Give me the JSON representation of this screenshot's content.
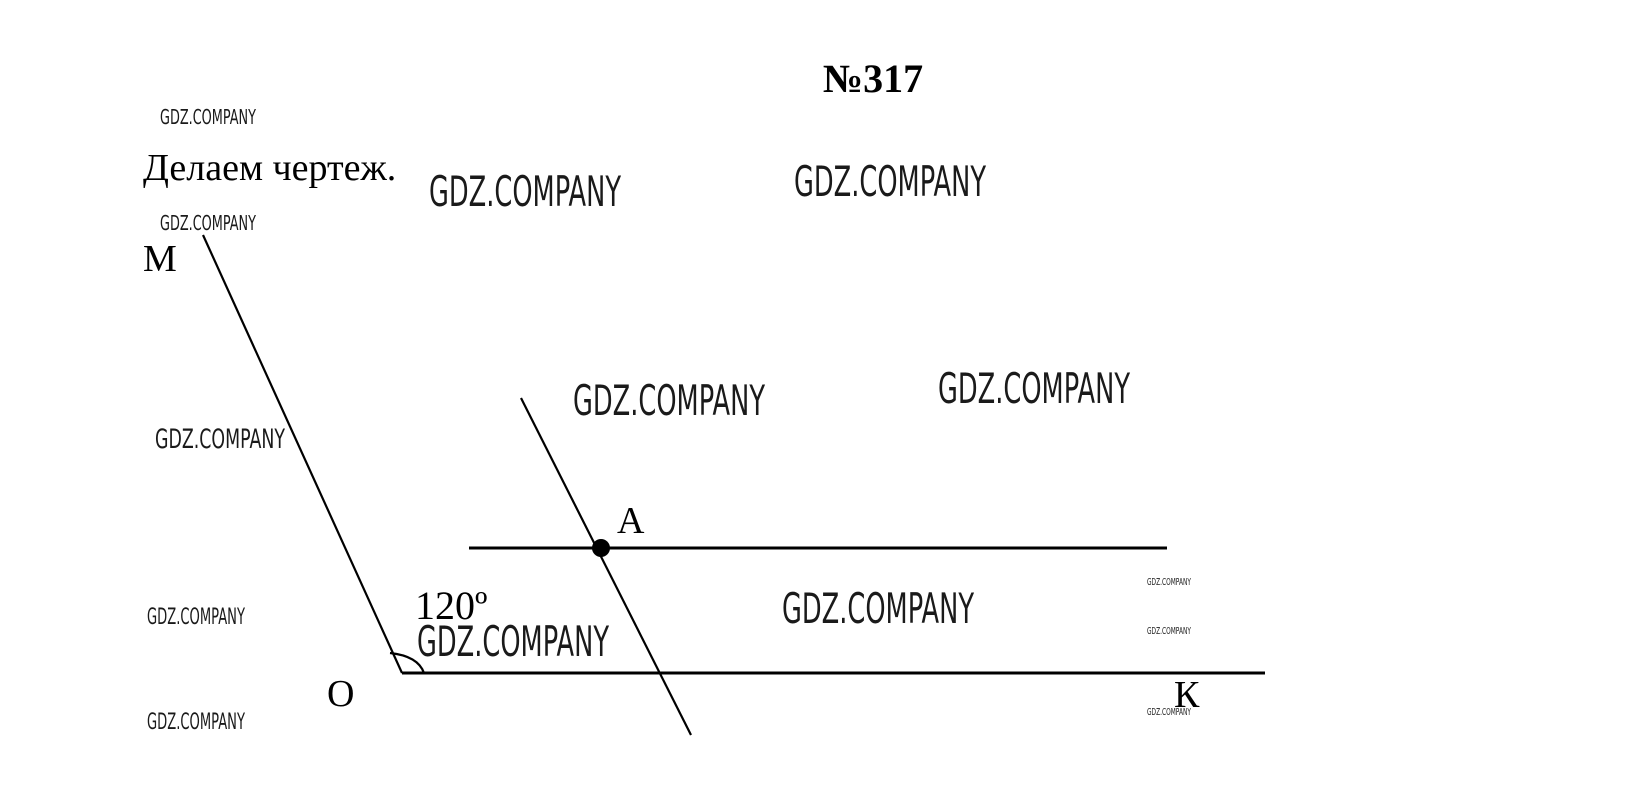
{
  "problem_number": "№317",
  "instruction": "Делаем чертеж.",
  "points": {
    "M": "M",
    "O": "O",
    "K": "К",
    "A": "A"
  },
  "angle_label": "120º",
  "watermark": "GDZ.COMPANY",
  "colors": {
    "ink": "#000000",
    "background": "#ffffff"
  }
}
